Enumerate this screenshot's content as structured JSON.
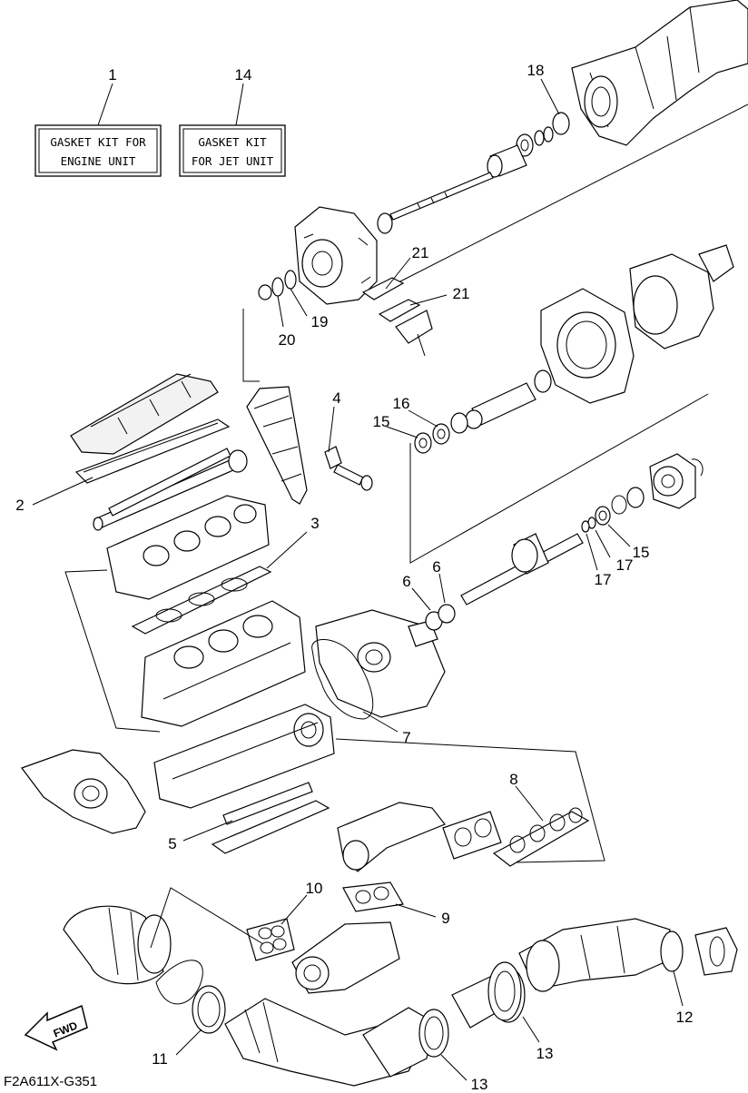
{
  "kits": {
    "engine": {
      "number": "1",
      "line1": "GASKET KIT FOR",
      "line2": "ENGINE UNIT"
    },
    "jet": {
      "number": "14",
      "line1": "GASKET KIT",
      "line2": "FOR JET UNIT"
    }
  },
  "callouts": {
    "c2": "2",
    "c3": "3",
    "c4": "4",
    "c5": "5",
    "c6a": "6",
    "c6b": "6",
    "c7": "7",
    "c8": "8",
    "c9": "9",
    "c10": "10",
    "c11": "11",
    "c12": "12",
    "c13a": "13",
    "c13b": "13",
    "c15a": "15",
    "c15b": "15",
    "c16": "16",
    "c17a": "17",
    "c17b": "17",
    "c18": "18",
    "c19": "19",
    "c20": "20",
    "c21a": "21",
    "c21b": "21"
  },
  "fwd_label": "FWD",
  "diagram_code": "F2A611X-G351"
}
